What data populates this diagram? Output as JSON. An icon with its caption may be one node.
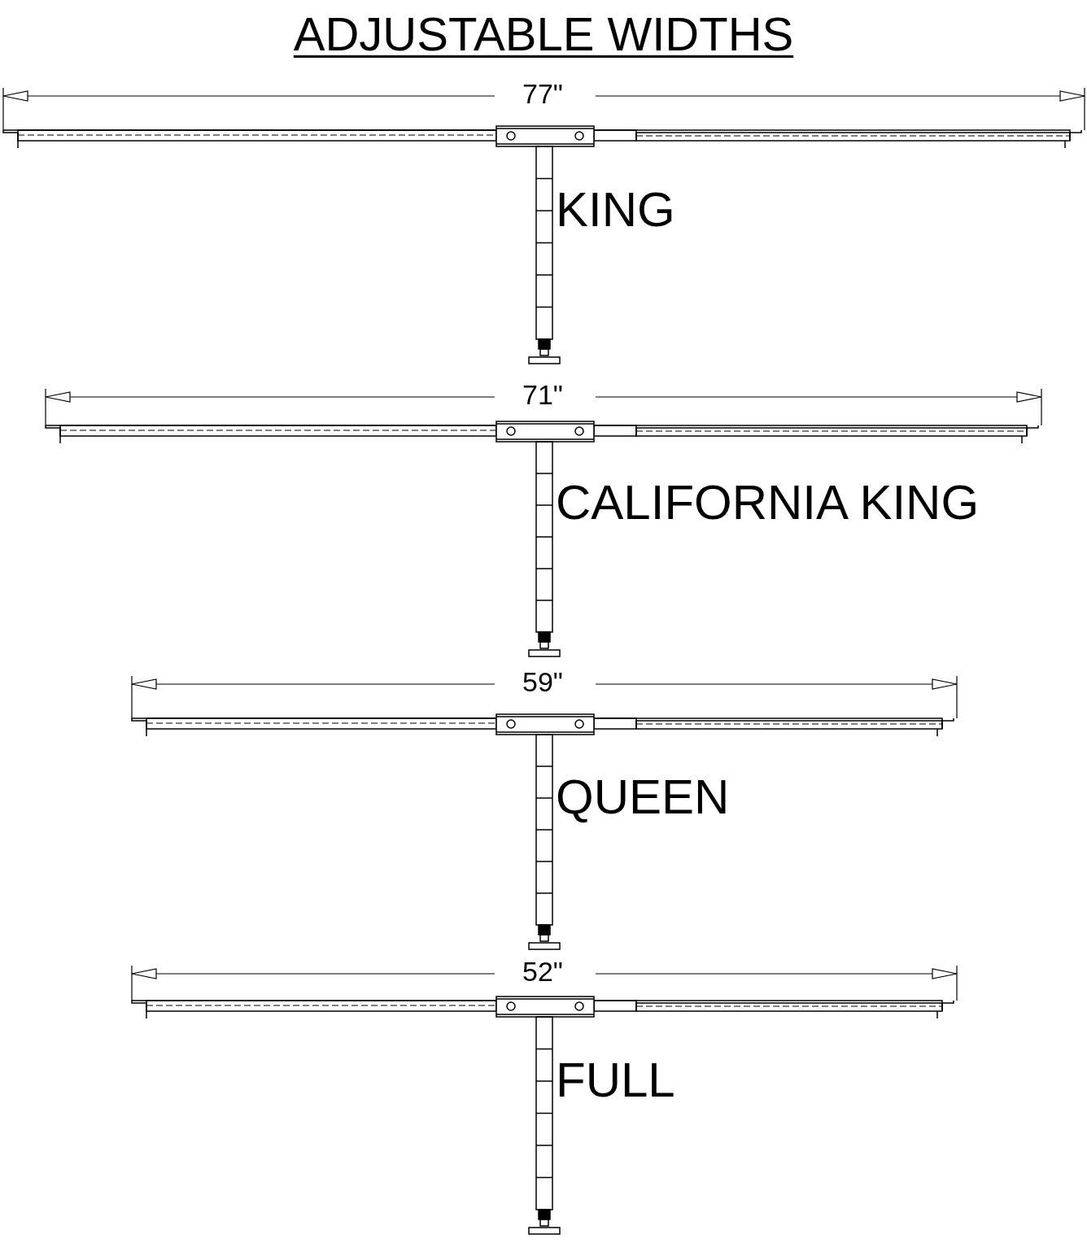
{
  "diagram": {
    "title": "ADJUSTABLE WIDTHS",
    "labels": [
      "77\"",
      "KING",
      "71\"",
      "CALIFORNIA KING",
      "59\"",
      "QUEEN",
      "52\"",
      "FULL"
    ]
  }
}
